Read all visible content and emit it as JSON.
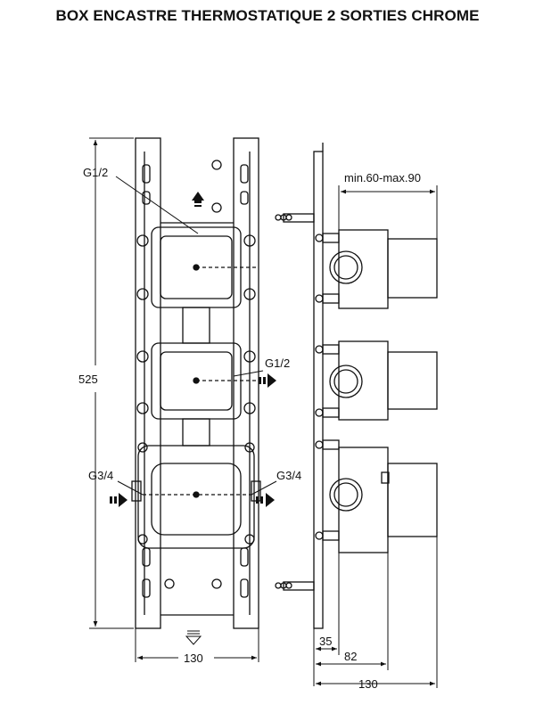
{
  "title": "BOX ENCASTRE THERMOSTATIQUE 2 SORTIES CHROME",
  "front_view": {
    "label_top_outlet": "G1/2",
    "label_mid_outlet": "G1/2",
    "label_inlet_left": "G3/4",
    "label_inlet_right": "G3/4",
    "dim_height": "525",
    "dim_width": "130"
  },
  "side_view": {
    "dim_range": "min.60-max.90",
    "dim_35": "35",
    "dim_82": "82",
    "dim_130": "130"
  }
}
